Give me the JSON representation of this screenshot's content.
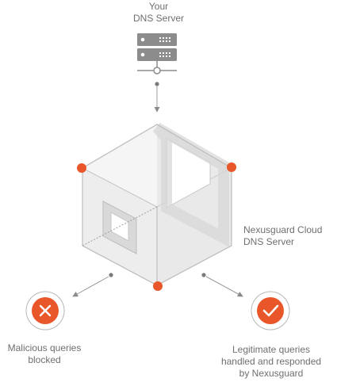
{
  "dns_server": {
    "label_lines": [
      "Your",
      "DNS Server"
    ],
    "icon": "server-rack-icon"
  },
  "cloud": {
    "label_lines": [
      "Nexusguard Cloud",
      "DNS Server"
    ],
    "icon": "cube-icon"
  },
  "malicious": {
    "label_lines": [
      "Malicious queries",
      "blocked"
    ],
    "icon": "x-circle-icon"
  },
  "legitimate": {
    "label_lines": [
      "Legitimate queries",
      "handled and responded",
      "by Nexusguard"
    ],
    "icon": "check-circle-icon"
  },
  "colors": {
    "accent": "#e8562a",
    "text": "#6f6f6f",
    "line": "#9b9b9b",
    "cube_face": "#efefef",
    "cube_edge": "#c4c4c4"
  }
}
